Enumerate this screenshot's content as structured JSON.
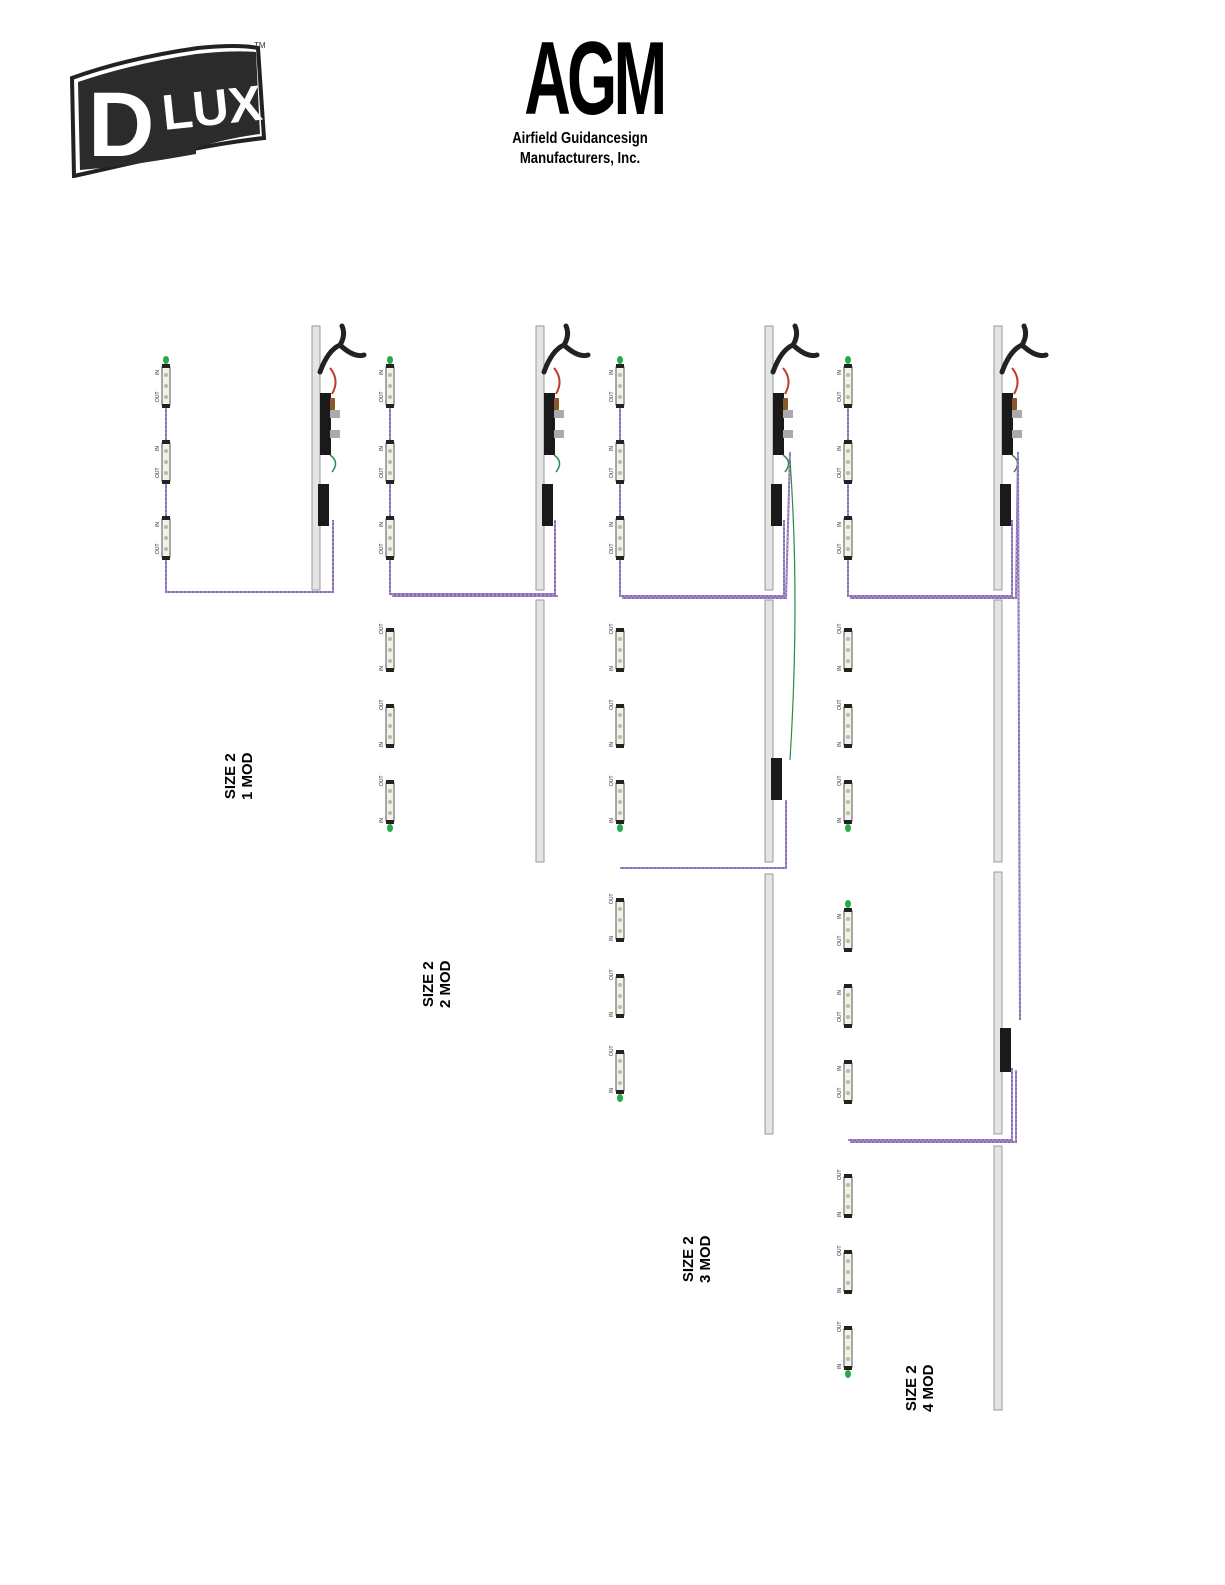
{
  "logos": {
    "dlux": {
      "text": "DLUX",
      "trademark": "TM"
    },
    "agm": {
      "title": "AGM",
      "line1": "Airfield Guidancesign",
      "line2": "Manufacturers, Inc."
    }
  },
  "module_labels": {
    "in": "IN",
    "out": "OUT"
  },
  "assemblies": [
    {
      "size_line": "SIZE 2",
      "mod_line": "1 MOD"
    },
    {
      "size_line": "SIZE 2",
      "mod_line": "2 MOD"
    },
    {
      "size_line": "SIZE 2",
      "mod_line": "3 MOD"
    },
    {
      "size_line": "SIZE 2",
      "mod_line": "4 MOD"
    }
  ],
  "colors": {
    "rail": "#e4e4e4",
    "rail_edge": "#9a9a9a",
    "driver": "#1a1a1a",
    "wire": "#8a6fb5",
    "led_cap": "#2aa84a",
    "red_wire": "#c0392b",
    "brown": "#8b5a2b"
  }
}
